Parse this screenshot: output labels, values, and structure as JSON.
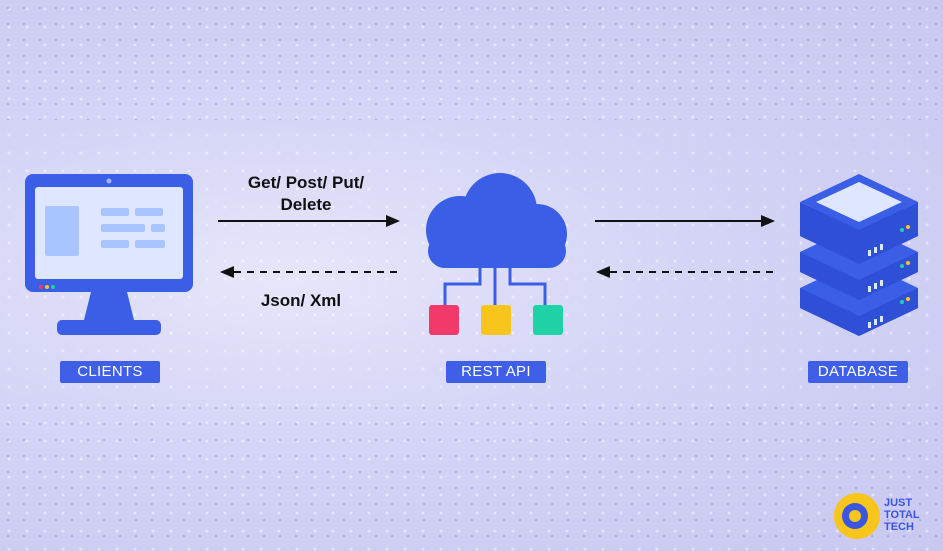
{
  "nodes": {
    "clients": "CLIENTS",
    "rest_api": "REST API",
    "database": "DATABASE"
  },
  "request_label_line1": "Get/ Post/ Put/",
  "request_label_line2": "Delete",
  "response_label": "Json/ Xml",
  "logo": {
    "line1": "JUST",
    "line2": "TOTAL",
    "line3": "TECH"
  },
  "colors": {
    "primary": "#3f5fe6",
    "node_red": "#f23a6a",
    "node_yellow": "#f8c51d",
    "node_green": "#1fd3a6",
    "logo_yellow": "#f8c51d"
  },
  "icons": [
    "monitor-icon",
    "cloud-api-icon",
    "database-server-icon",
    "logo-icon"
  ]
}
